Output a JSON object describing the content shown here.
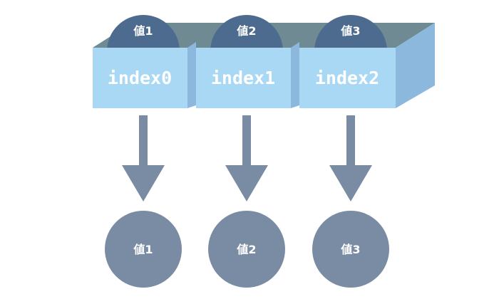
{
  "colors": {
    "box_front": "#a8d8f3",
    "box_top": "#6f8a93",
    "box_side": "#8db8de",
    "array_value_circle": "#4d6b8f",
    "arrow": "#7a8ba4",
    "output_circle": "#7a8ba4",
    "text": "#ffffff",
    "background": "#ffffff"
  },
  "cells": [
    {
      "index_label": "index0",
      "value_label": "値1"
    },
    {
      "index_label": "index1",
      "value_label": "値2"
    },
    {
      "index_label": "index2",
      "value_label": "値3"
    }
  ],
  "outputs": [
    {
      "label": "値1"
    },
    {
      "label": "値2"
    },
    {
      "label": "値3"
    }
  ]
}
